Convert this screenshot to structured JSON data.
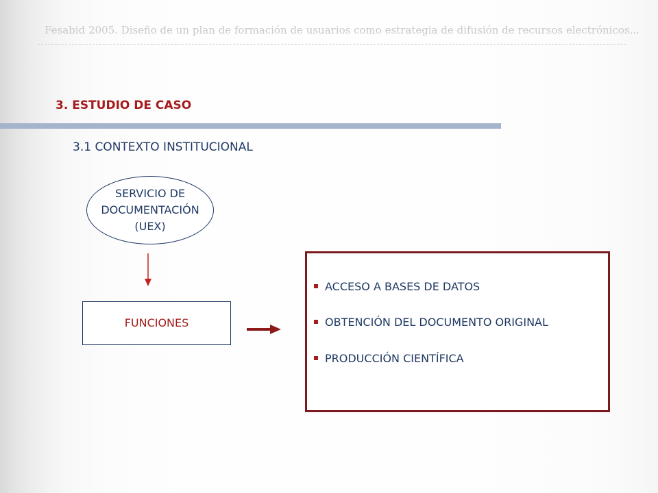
{
  "header": {
    "title": "Fesabid 2005. Diseño de un plan de formación de usuarios como estrategia de difusión de recursos electrónicos..."
  },
  "section": {
    "heading": "3. ESTUDIO DE CASO",
    "subheading": "3.1 CONTEXTO INSTITUCIONAL"
  },
  "diagram": {
    "ellipse_lines": [
      "SERVICIO DE",
      "DOCUMENTACIÓN",
      "(UEX)"
    ],
    "functions_label": "FUNCIONES",
    "items": [
      "ACCESO A BASES DE DATOS",
      "OBTENCIÓN DEL DOCUMENTO ORIGINAL",
      "PRODUCCIÓN CIENTÍFICA"
    ]
  },
  "colors": {
    "heading": "#a61b1b",
    "text": "#1f3864",
    "accent_bar": "#a3b4cb",
    "box_border": "#7b1a1e",
    "bullet": "#a61b1b"
  }
}
